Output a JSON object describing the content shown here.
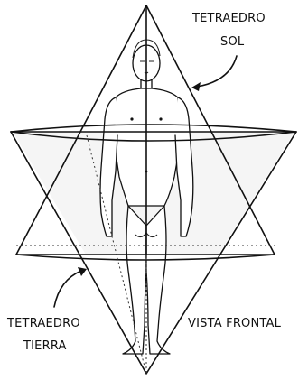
{
  "labels": {
    "sun_line1": "TETRAEDRO",
    "sun_line2": "SOL",
    "earth_line1": "TETRAEDRO",
    "earth_line2": "TIERRA",
    "view": "VISTA FRONTAL"
  }
}
